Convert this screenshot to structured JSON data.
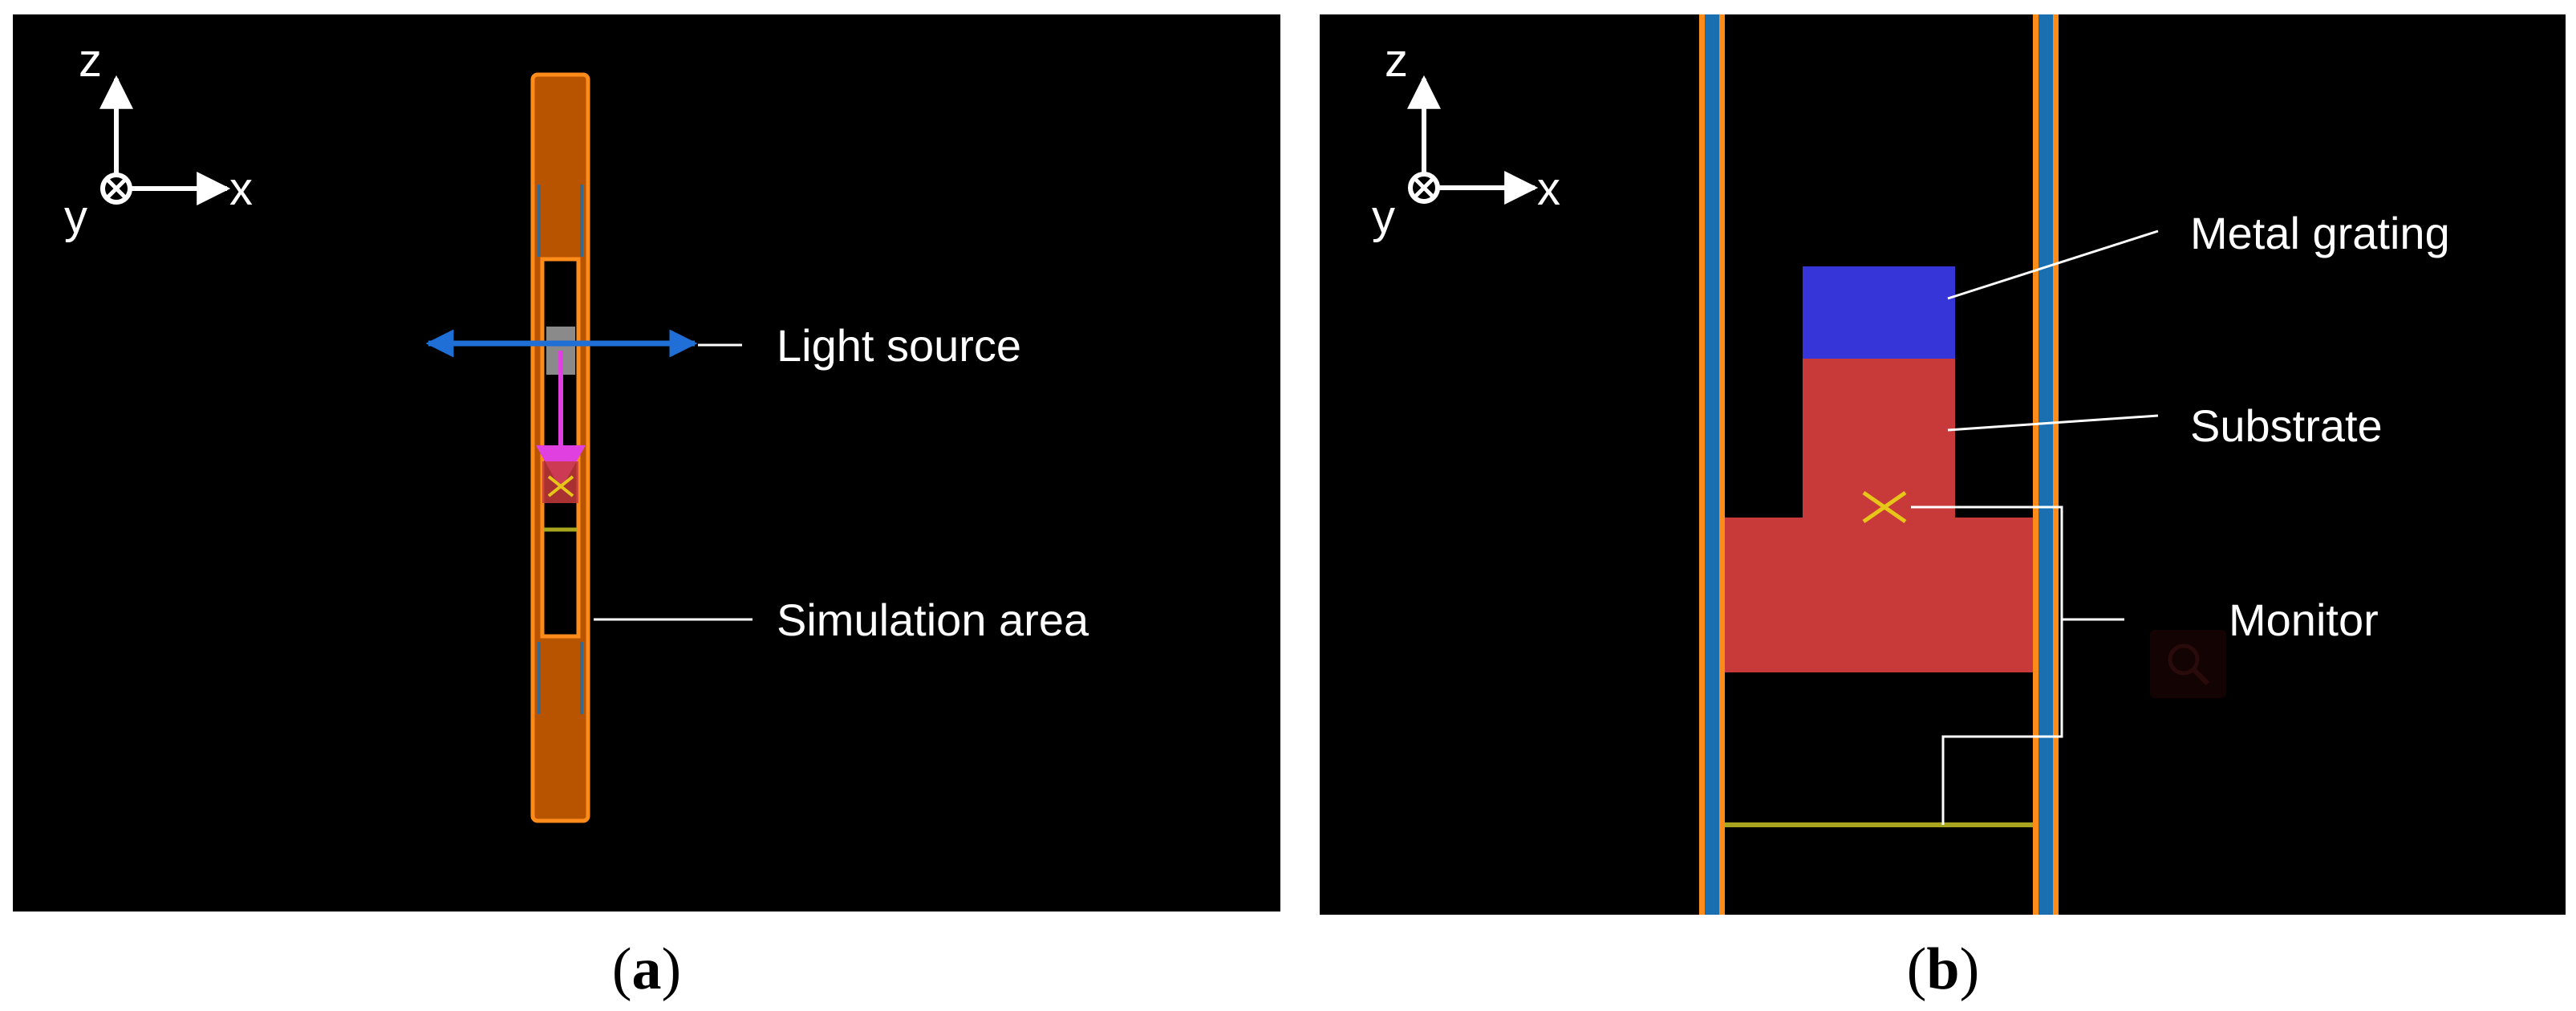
{
  "panel_a": {
    "axis": {
      "z": "z",
      "x": "x",
      "y": "y"
    },
    "labels": {
      "light_source": "Light source",
      "simulation_area": "Simulation area"
    },
    "caption": {
      "open": "(",
      "letter": "a",
      "close": ")"
    }
  },
  "panel_b": {
    "axis": {
      "z": "z",
      "x": "x",
      "y": "y"
    },
    "labels": {
      "metal_grating": "Metal grating",
      "substrate": "Substrate",
      "monitor": "Monitor"
    },
    "caption": {
      "open": "(",
      "letter": "b",
      "close": ")"
    }
  },
  "colors": {
    "background": "#000000",
    "boundary_orange": "#ff8c1a",
    "pml_fill": "#b85400",
    "pml_blue": "#1a6fb0",
    "metal_grating": "#3535d8",
    "substrate": "#c83a3a",
    "source_arrow": "#1f6fd6",
    "source_magenta": "#e040e0",
    "monitor_yellow": "#e6c619",
    "monitor_line": "#a9a51e",
    "leader_line": "#ffffff"
  }
}
